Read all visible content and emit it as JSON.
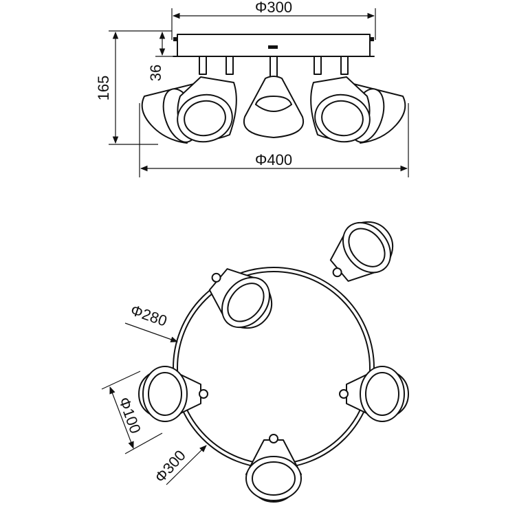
{
  "side_view": {
    "dim_top_diameter": "Φ300",
    "dim_bottom_diameter": "Φ400",
    "dim_height_total": "165",
    "dim_height_base": "36"
  },
  "top_view": {
    "dim_ring_diameter": "Φ280",
    "dim_shade_diameter": "Φ100",
    "dim_outer_diameter": "Φ300"
  }
}
